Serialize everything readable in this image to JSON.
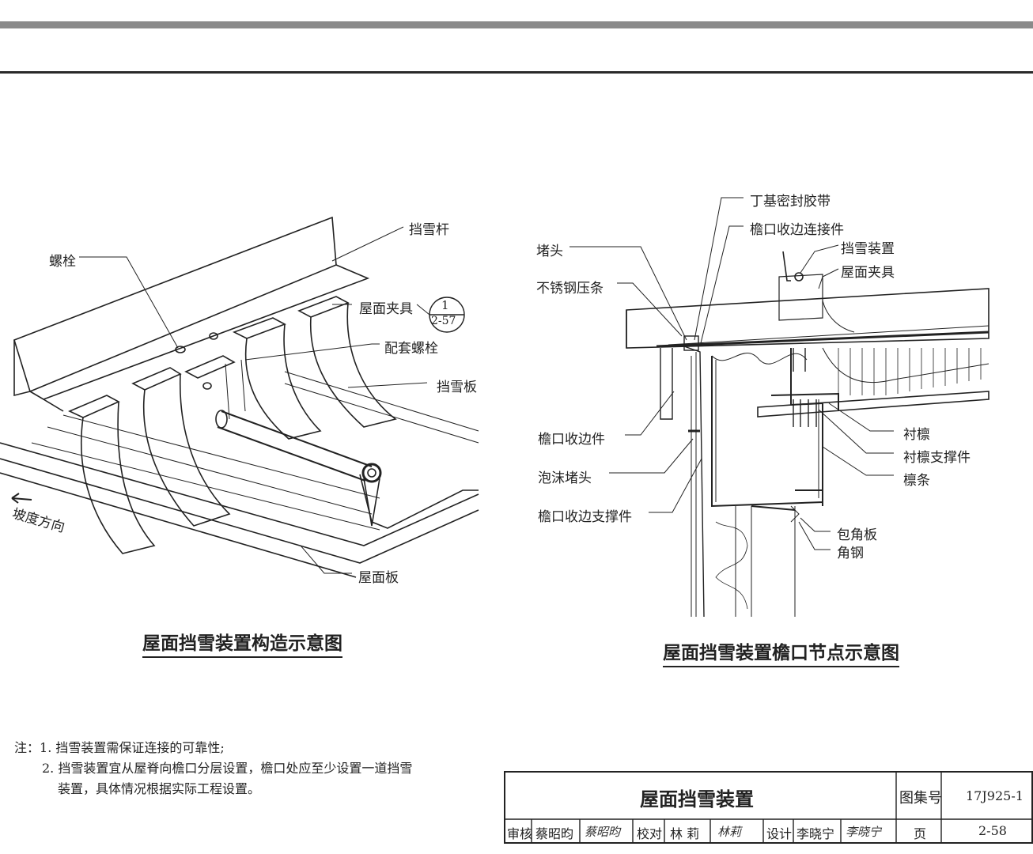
{
  "left_figure": {
    "caption": "屋面挡雪装置构造示意图",
    "labels": {
      "bar": "挡雪杆",
      "bolt": "螺栓",
      "clamp": "屋面夹具",
      "ref_top": "1",
      "ref_bottom": "2-57",
      "match_bolt": "配套螺栓",
      "plate": "挡雪板",
      "slope": "坡度方向",
      "roof_panel": "屋面板"
    }
  },
  "right_figure": {
    "caption": "屋面挡雪装置檐口节点示意图",
    "labels": {
      "butyl_tape": "丁基密封胶带",
      "eave_connector": "檐口收边连接件",
      "snow_device": "挡雪装置",
      "roof_clamp": "屋面夹具",
      "plug": "堵头",
      "ss_strip": "不锈钢压条",
      "eave_trim": "檐口收边件",
      "foam_plug": "泡沫堵头",
      "eave_support": "檐口收边支撑件",
      "sub_purlin": "衬檩",
      "sub_purlin_support": "衬檩支撑件",
      "purlin": "檩条",
      "corner_board": "包角板",
      "angle_steel": "角钢"
    }
  },
  "notes": {
    "prefix": "注：",
    "line1": "1. 挡雪装置需保证连接的可靠性;",
    "line2": "2. 挡雪装置宜从屋脊向檐口分层设置，檐口处应至少设置一道挡雪",
    "line3": "装置，具体情况根据实际工程设置。"
  },
  "title_block": {
    "title": "屋面挡雪装置",
    "atlas_label": "图集号",
    "atlas_no": "17J925-1",
    "review_label": "审核",
    "reviewer": "蔡昭昀",
    "check_label": "校对",
    "checker": "林 莉",
    "design_label": "设计",
    "designer": "李晓宁",
    "page_label": "页",
    "page_no": "2-58"
  },
  "signatures": {
    "reviewer_sig": "蔡昭昀",
    "checker_sig": "林莉",
    "designer_sig": "李晓宁"
  }
}
